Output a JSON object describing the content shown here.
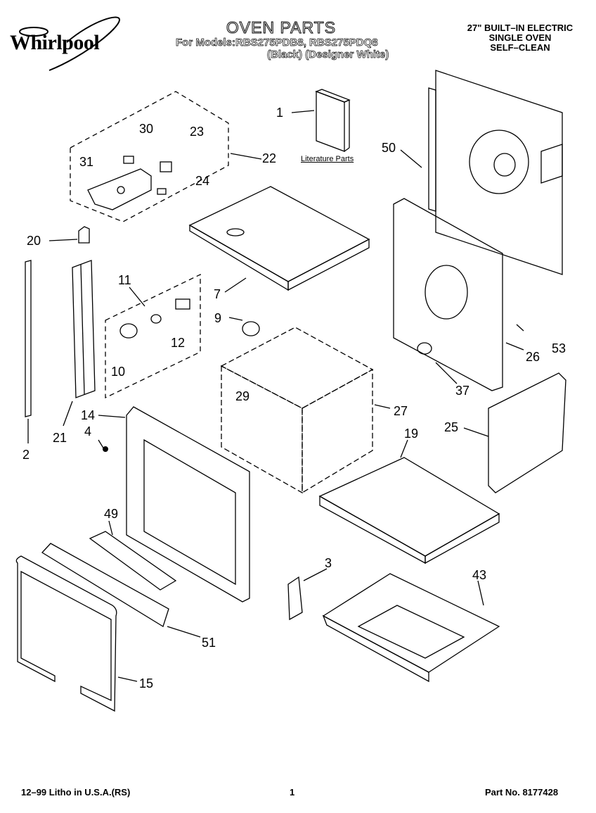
{
  "header": {
    "brand": "Whirlpool",
    "title": "OVEN PARTS",
    "models_line": "For Models:RBS275PDB8, RBS275PDQ8",
    "colors_line": "(Black)    (Designer White)",
    "appliance_line1": "27\" BUILT–IN ELECTRIC",
    "appliance_line2": "SINGLE OVEN",
    "appliance_line3": "SELF–CLEAN"
  },
  "literature_label": "Literature Parts",
  "callouts": [
    "1",
    "50",
    "30",
    "23",
    "31",
    "22",
    "24",
    "20",
    "11",
    "7",
    "9",
    "12",
    "10",
    "53",
    "26",
    "37",
    "14",
    "21",
    "2",
    "4",
    "29",
    "27",
    "19",
    "25",
    "49",
    "3",
    "43",
    "51",
    "15"
  ],
  "footer": {
    "left": "12–99 Litho in U.S.A.(RS)",
    "page": "1",
    "part_no": "Part No. 8177428"
  }
}
